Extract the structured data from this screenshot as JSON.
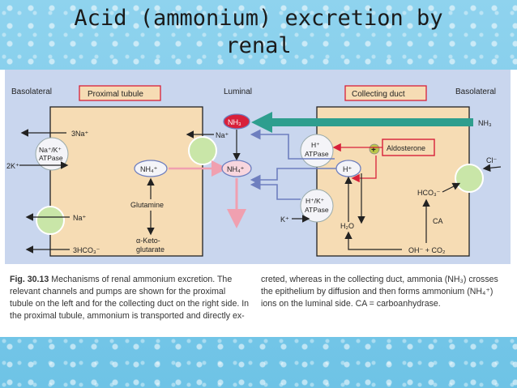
{
  "slide": {
    "title_line1": "Acid (ammonium) excretion by",
    "title_line2": "renal"
  },
  "figure": {
    "labels": {
      "basolateral_left": "Basolateral",
      "basolateral_right": "Basolateral",
      "luminal": "Luminal",
      "proximal_tubule": "Proximal tubule",
      "collecting_duct": "Collecting duct",
      "na3": "3Na⁺",
      "nak_atpase": "Na⁺/K⁺",
      "atpase": "ATPase",
      "k2": "2K⁺",
      "na_left": "Na⁺",
      "hco3_3": "3HCO₃⁻",
      "na_luminal": "Na⁺",
      "nh4_cell": "NH₄⁺",
      "nh4_lumen": "NH₄⁺",
      "nh3_lumen": "NH₃",
      "glutamine": "Glutamine",
      "keto1": "α-Keto-",
      "keto2": "glutarate",
      "h_atpase_h": "H⁺",
      "h_atpase": "ATPase",
      "h_center": "H⁺",
      "plus": "+",
      "aldosterone": "Aldosterone",
      "hk_atpase": "H⁺/K⁺",
      "hk_atpase2": "ATPase",
      "k_plus": "K⁺",
      "h2o": "H₂O",
      "hco3": "HCO₃⁻",
      "ca": "CA",
      "oh_co2": "OH⁻ + CO₂",
      "nh3_right": "NH₃",
      "cl": "Cl⁻"
    }
  },
  "caption": {
    "fig_no": "Fig. 30.13",
    "left_text": "Mechanisms of renal ammonium excretion. The relevant channels and pumps are shown for the proximal tubule on the left and for the collecting duct on the right side. In the proximal tubule, ammonium is transported and directly ex-",
    "right_text": "creted, whereas in the collecting duct, ammonia (NH₃) crosses the epithelium by diffusion and then forms ammonium (NH₄⁺) ions on the luminal side. CA = carboanhydrase."
  },
  "colors": {
    "diagram_bg": "#c9d6ee",
    "cell_fill": "#f6dcb4",
    "teal_arrow": "#2e9e8e",
    "pink_arrow": "#f0a0b0",
    "blue_arrow": "#6e7fbf",
    "red_box": "#d8203a"
  }
}
